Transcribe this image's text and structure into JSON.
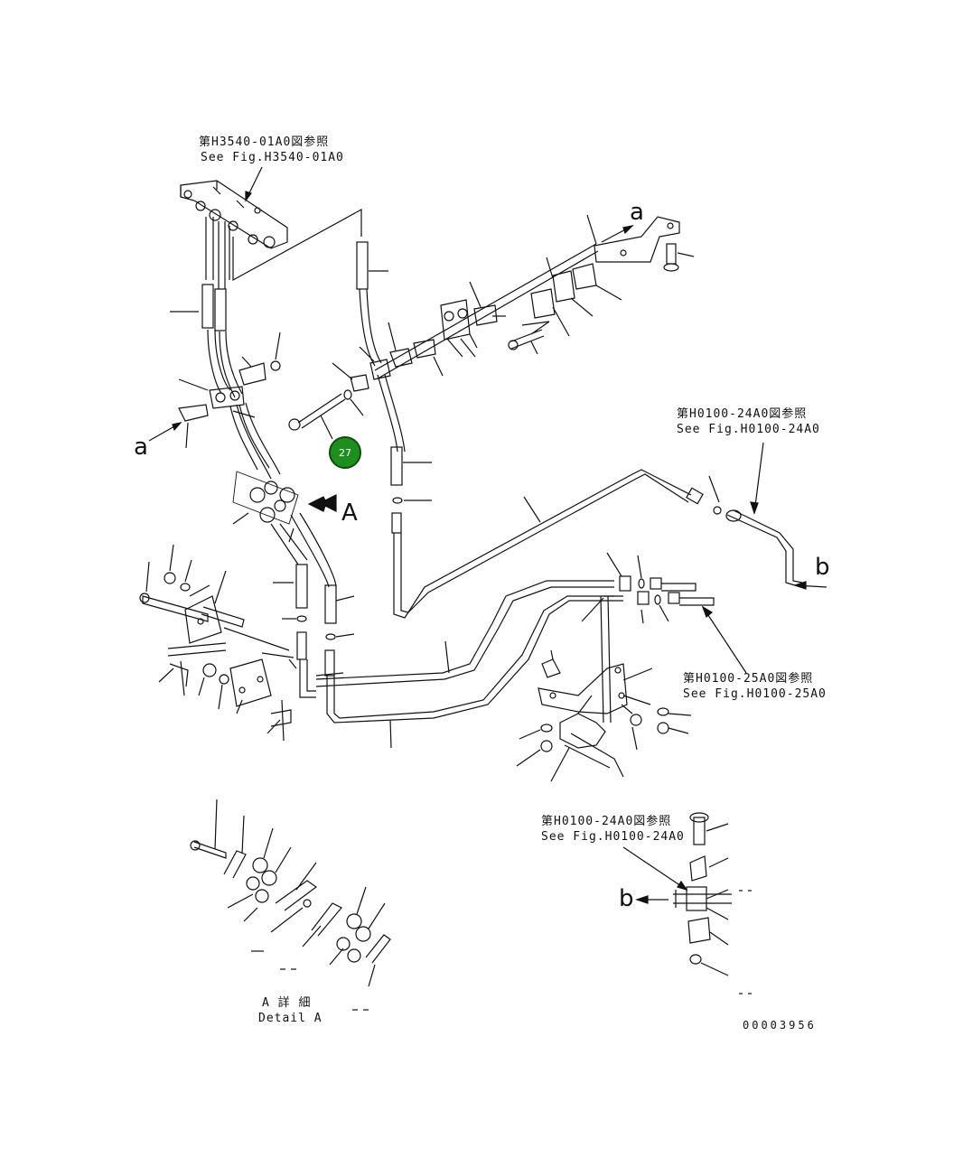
{
  "references": {
    "top": {
      "jp": "第H3540-01A0図参照",
      "en": "See Fig.H3540-01A0"
    },
    "right_upper": {
      "jp": "第H0100-24A0図参照",
      "en": "See Fig.H0100-24A0"
    },
    "right_middle": {
      "jp": "第H0100-25A0図参照",
      "en": "See Fig.H0100-25A0"
    },
    "bottom_right": {
      "jp": "第H0100-24A0図参照",
      "en": "See Fig.H0100-24A0"
    }
  },
  "markers": {
    "a_top": "a",
    "a_left": "a",
    "b_right": "b",
    "b_bottom": "b",
    "view_arrow": "A"
  },
  "detail": {
    "jp": "A 詳 細",
    "en": "Detail A"
  },
  "callout": {
    "number": "27",
    "color": "#1e8f1e"
  },
  "drawing_number": "00003956"
}
